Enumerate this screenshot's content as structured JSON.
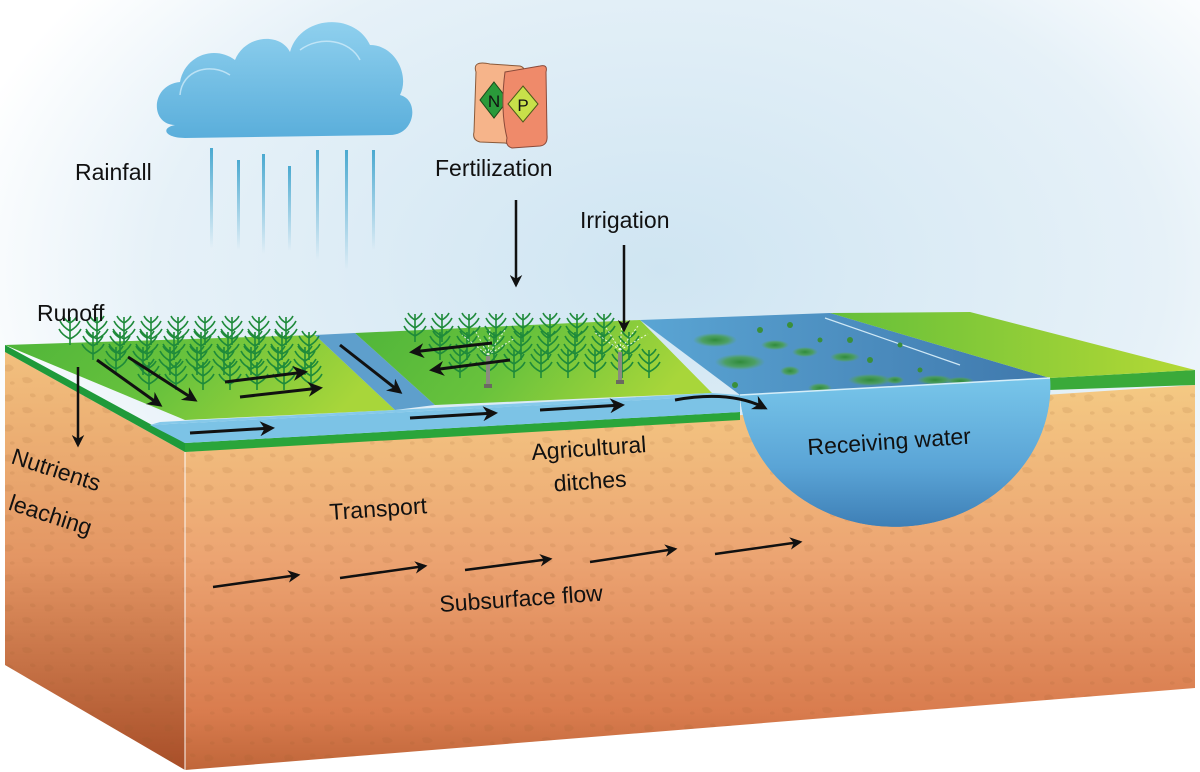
{
  "diagram": {
    "title": "Agricultural nutrient transport to receiving water",
    "labels": {
      "rainfall": "Rainfall",
      "fertilization": "Fertilization",
      "irrigation": "Irrigation",
      "runoff": "Runoff",
      "nutrients_line1": "Nutrients",
      "nutrients_line2": "leaching",
      "agricultural_line1": "Agricultural",
      "agricultural_line2": "ditches",
      "transport": "Transport",
      "subsurface_flow": "Subsurface flow",
      "receiving_water": "Receiving water"
    },
    "fertilizer_bags": {
      "left_letter": "N",
      "right_letter": "P"
    },
    "colors": {
      "sky": "#d9ebf5",
      "cloud": "#6fbfe3",
      "grass": "#5dbb3a",
      "grass_edge": "#1f9a3a",
      "ditch_water": "#7cc3e6",
      "pond_surface": "#4e8fc0",
      "pond_body": "#6bb6e0",
      "soil_top": "#f1c27d",
      "soil_mid": "#e89a66",
      "soil_bottom": "#b4572c",
      "bag_left": "#f6b48a",
      "bag_right": "#ef8a6a",
      "diamond_n": "#2a9a3a",
      "diamond_p": "#c8e04a",
      "arrow": "#111111"
    }
  }
}
